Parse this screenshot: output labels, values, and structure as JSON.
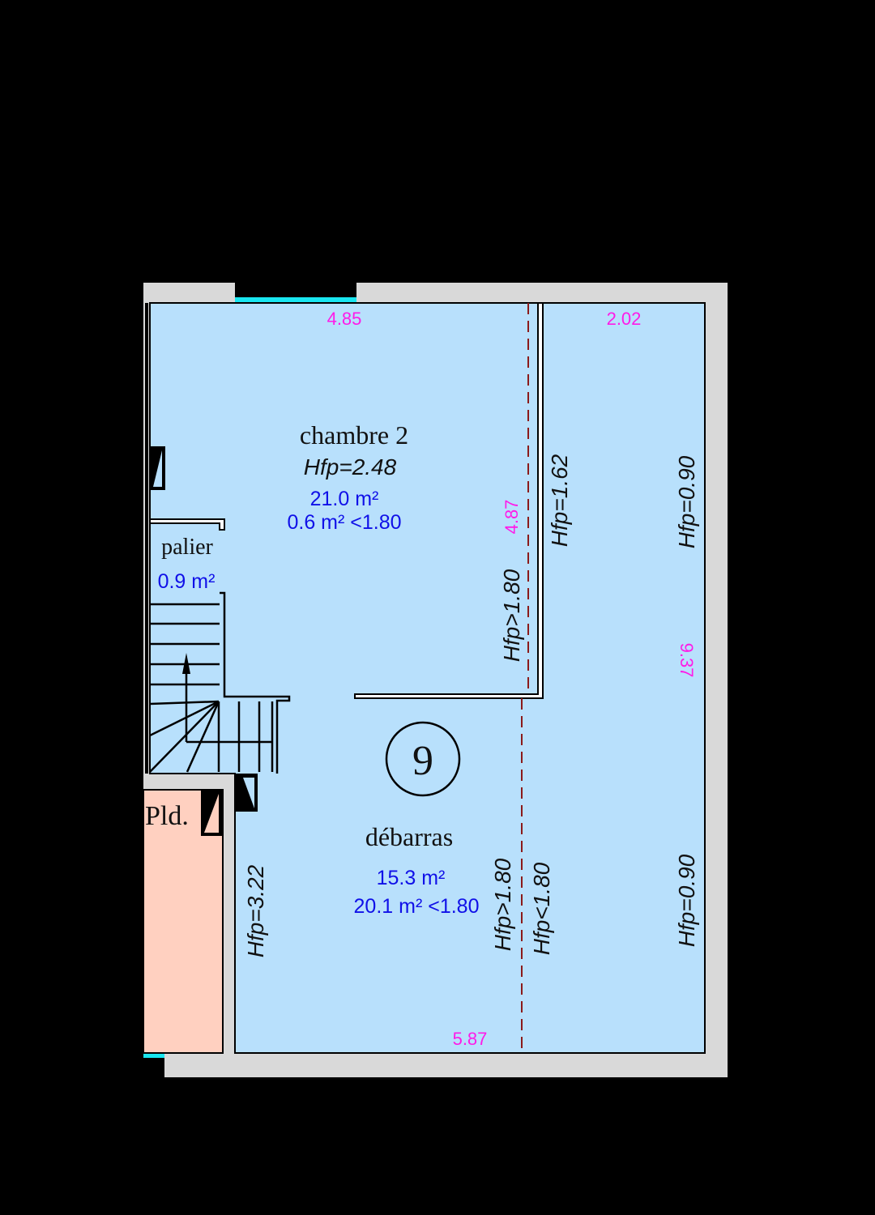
{
  "colors": {
    "floor": "#b8e0fc",
    "pld": "#ffd0c0",
    "wall": "#d9d9d9",
    "window": "#19e6f0",
    "dimension": "#ff1ae8",
    "area": "#1010e8",
    "slope_line": "#8b1a1a"
  },
  "rooms": {
    "chambre": {
      "name": "chambre 2",
      "hfp": "Hfp=2.48",
      "area": "21.0 m²",
      "low_area": "0.6 m² <1.80"
    },
    "palier": {
      "name": "palier",
      "area": "0.9 m²"
    },
    "debarras": {
      "name": "débarras",
      "area": "15.3 m²",
      "low_area": "20.1 m² <1.80",
      "number": "9"
    },
    "pld": {
      "name": "Pld."
    }
  },
  "dimensions": {
    "top_left": "4.85",
    "top_right": "2.02",
    "vertical_mid": "4.87",
    "right_side": "9.37",
    "bottom": "5.87"
  },
  "heights": {
    "h162": "Hfp=1.62",
    "h090_top": "Hfp=0.90",
    "h180_top": "Hfp>1.80",
    "h180_bottom": "Hfp>1.80",
    "h180_less": "Hfp<1.80",
    "h090_bottom": "Hfp=0.90",
    "h322": "Hfp=3.22"
  }
}
